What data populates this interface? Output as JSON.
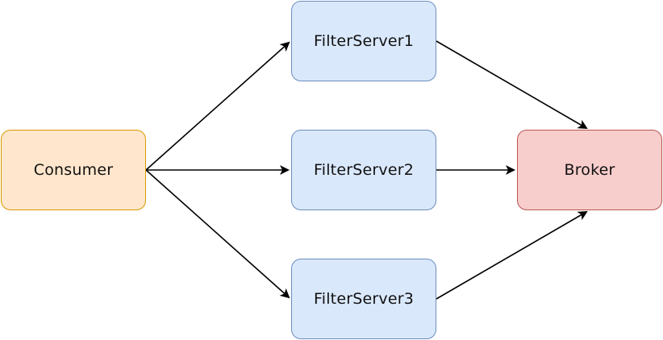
{
  "nodes": {
    "consumer": {
      "label": "Consumer"
    },
    "filter_server_1": {
      "label": "FilterServer1"
    },
    "filter_server_2": {
      "label": "FilterServer2"
    },
    "filter_server_3": {
      "label": "FilterServer3"
    },
    "broker": {
      "label": "Broker"
    }
  },
  "edges": [
    {
      "from": "consumer",
      "to": "filter_server_1"
    },
    {
      "from": "consumer",
      "to": "filter_server_2"
    },
    {
      "from": "consumer",
      "to": "filter_server_3"
    },
    {
      "from": "filter_server_1",
      "to": "broker"
    },
    {
      "from": "filter_server_2",
      "to": "broker"
    },
    {
      "from": "filter_server_3",
      "to": "broker"
    }
  ],
  "colors": {
    "consumer_fill": "#ffe6cc",
    "consumer_border": "#d79b00",
    "filter_fill": "#dae8fc",
    "filter_border": "#6c8ebf",
    "broker_fill": "#f8cecc",
    "broker_border": "#b85450",
    "edge": "#000000"
  }
}
